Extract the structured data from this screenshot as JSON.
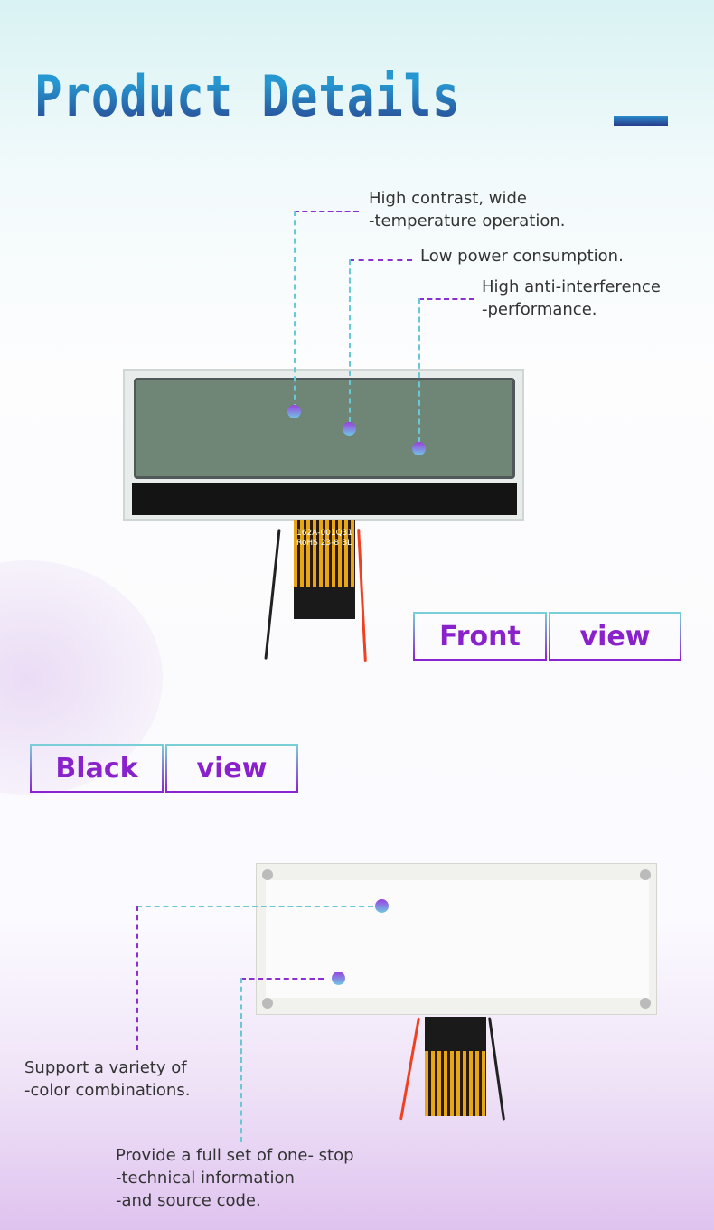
{
  "header": {
    "title": "Product Details"
  },
  "front": {
    "features": [
      "High contrast, wide",
      "-temperature operation.",
      "Low power consumption.",
      "High anti-interference",
      "-performance."
    ],
    "fpc_label": [
      "162A-001Q31",
      "RoHS 23-8 BL"
    ],
    "button": {
      "left": "Front",
      "right": "view"
    }
  },
  "back": {
    "button": {
      "left": "Black",
      "right": "view"
    },
    "features": [
      "Support a variety of",
      "-color combinations.",
      "Provide a full set of one- stop",
      "-technical information",
      "-and source code."
    ]
  }
}
